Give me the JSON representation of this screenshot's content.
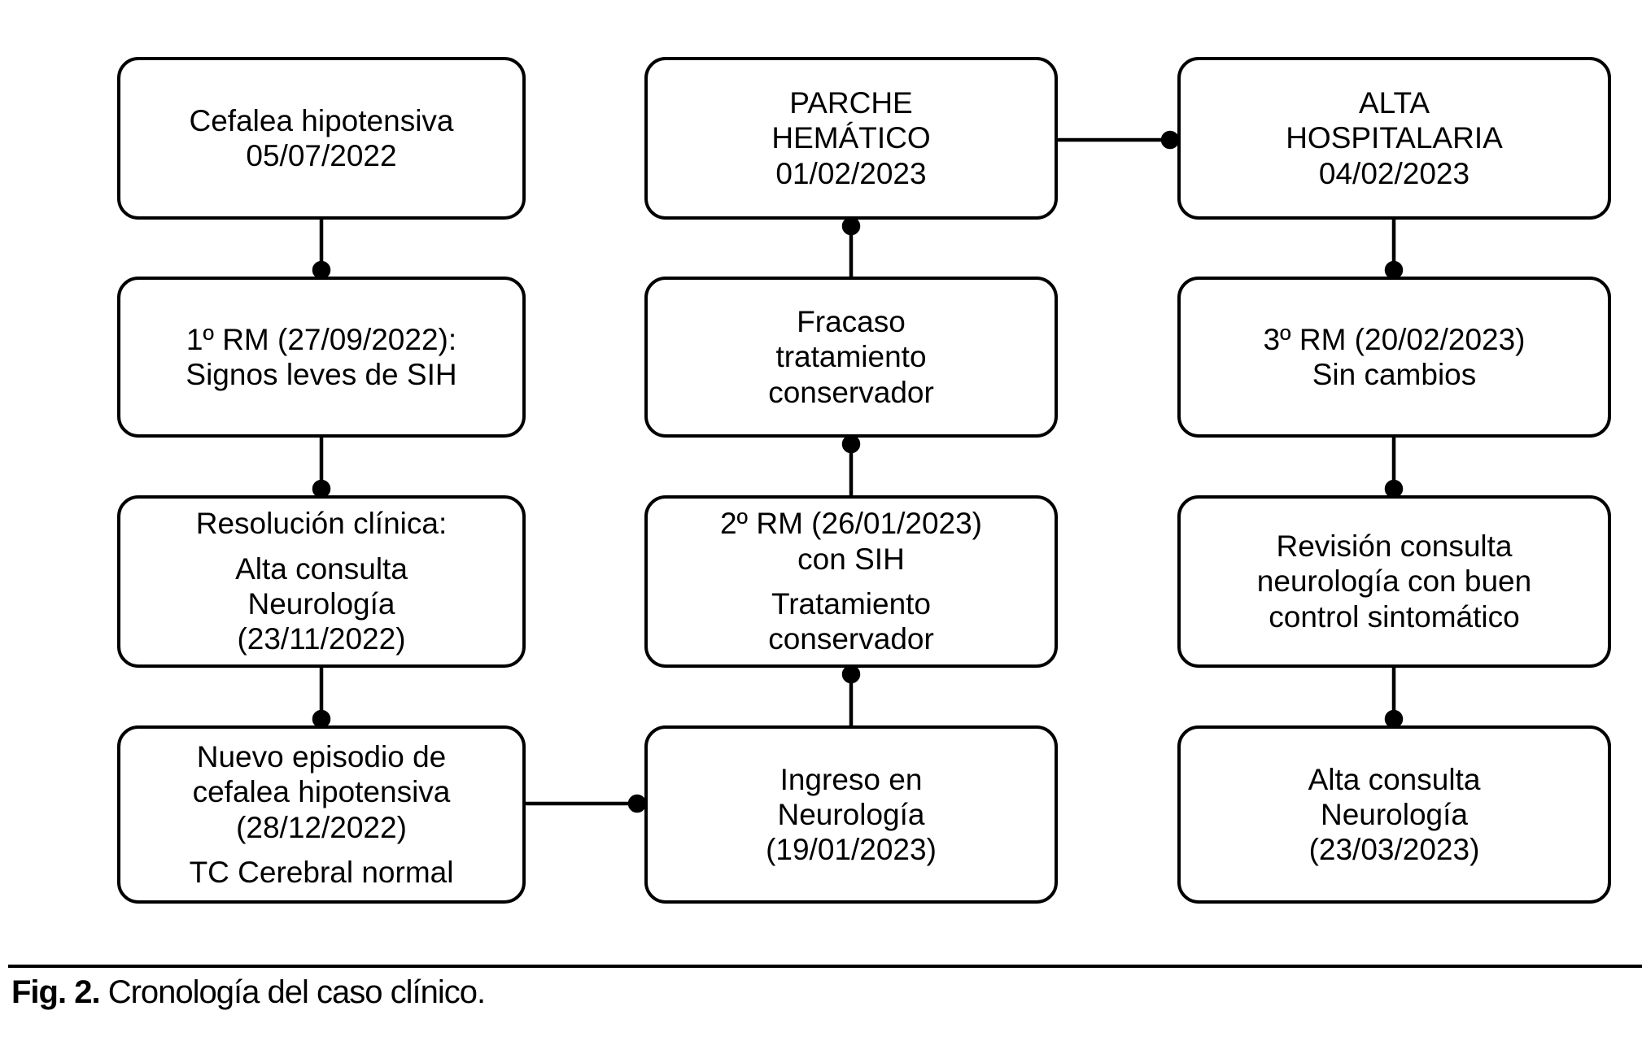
{
  "figure": {
    "caption_label": "Fig. 2.",
    "caption_text": "Cronología del caso clínico."
  },
  "colors": {
    "stroke": "#000000",
    "background": "#ffffff"
  },
  "nodes": {
    "c1r1": {
      "paragraphs": [
        "Cefalea hipotensiva\n05/07/2022"
      ]
    },
    "c1r2": {
      "paragraphs": [
        "1º RM (27/09/2022):\nSignos leves de SIH"
      ]
    },
    "c1r3": {
      "paragraphs": [
        "Resolución clínica:",
        "Alta consulta\nNeurología\n(23/11/2022)"
      ]
    },
    "c1r4": {
      "paragraphs": [
        "Nuevo episodio de\ncefalea hipotensiva\n(28/12/2022)",
        "TC Cerebral normal"
      ]
    },
    "c2r1": {
      "paragraphs": [
        "PARCHE\nHEMÁTICO\n01/02/2023"
      ]
    },
    "c2r2": {
      "paragraphs": [
        "Fracaso\ntratamiento\nconservador"
      ]
    },
    "c2r3": {
      "paragraphs": [
        "2º RM (26/01/2023)\ncon SIH",
        "Tratamiento\nconservador"
      ]
    },
    "c2r4": {
      "paragraphs": [
        "Ingreso en\nNeurología\n(19/01/2023)"
      ]
    },
    "c3r1": {
      "paragraphs": [
        "ALTA\nHOSPITALARIA\n04/02/2023"
      ]
    },
    "c3r2": {
      "paragraphs": [
        "3º RM (20/02/2023)\nSin cambios"
      ]
    },
    "c3r3": {
      "paragraphs": [
        "Revisión consulta\nneurología con buen\ncontrol sintomático"
      ]
    },
    "c3r4": {
      "paragraphs": [
        "Alta consulta\nNeurología\n(23/03/2023)"
      ]
    }
  },
  "edges": [
    {
      "from": "c1r1",
      "to": "c1r2"
    },
    {
      "from": "c1r2",
      "to": "c1r3"
    },
    {
      "from": "c1r3",
      "to": "c1r4"
    },
    {
      "from": "c1r4",
      "to": "c2r4"
    },
    {
      "from": "c2r4",
      "to": "c2r3"
    },
    {
      "from": "c2r3",
      "to": "c2r2"
    },
    {
      "from": "c2r2",
      "to": "c2r1"
    },
    {
      "from": "c2r1",
      "to": "c3r1"
    },
    {
      "from": "c3r1",
      "to": "c3r2"
    },
    {
      "from": "c3r2",
      "to": "c3r3"
    },
    {
      "from": "c3r3",
      "to": "c3r4"
    }
  ]
}
